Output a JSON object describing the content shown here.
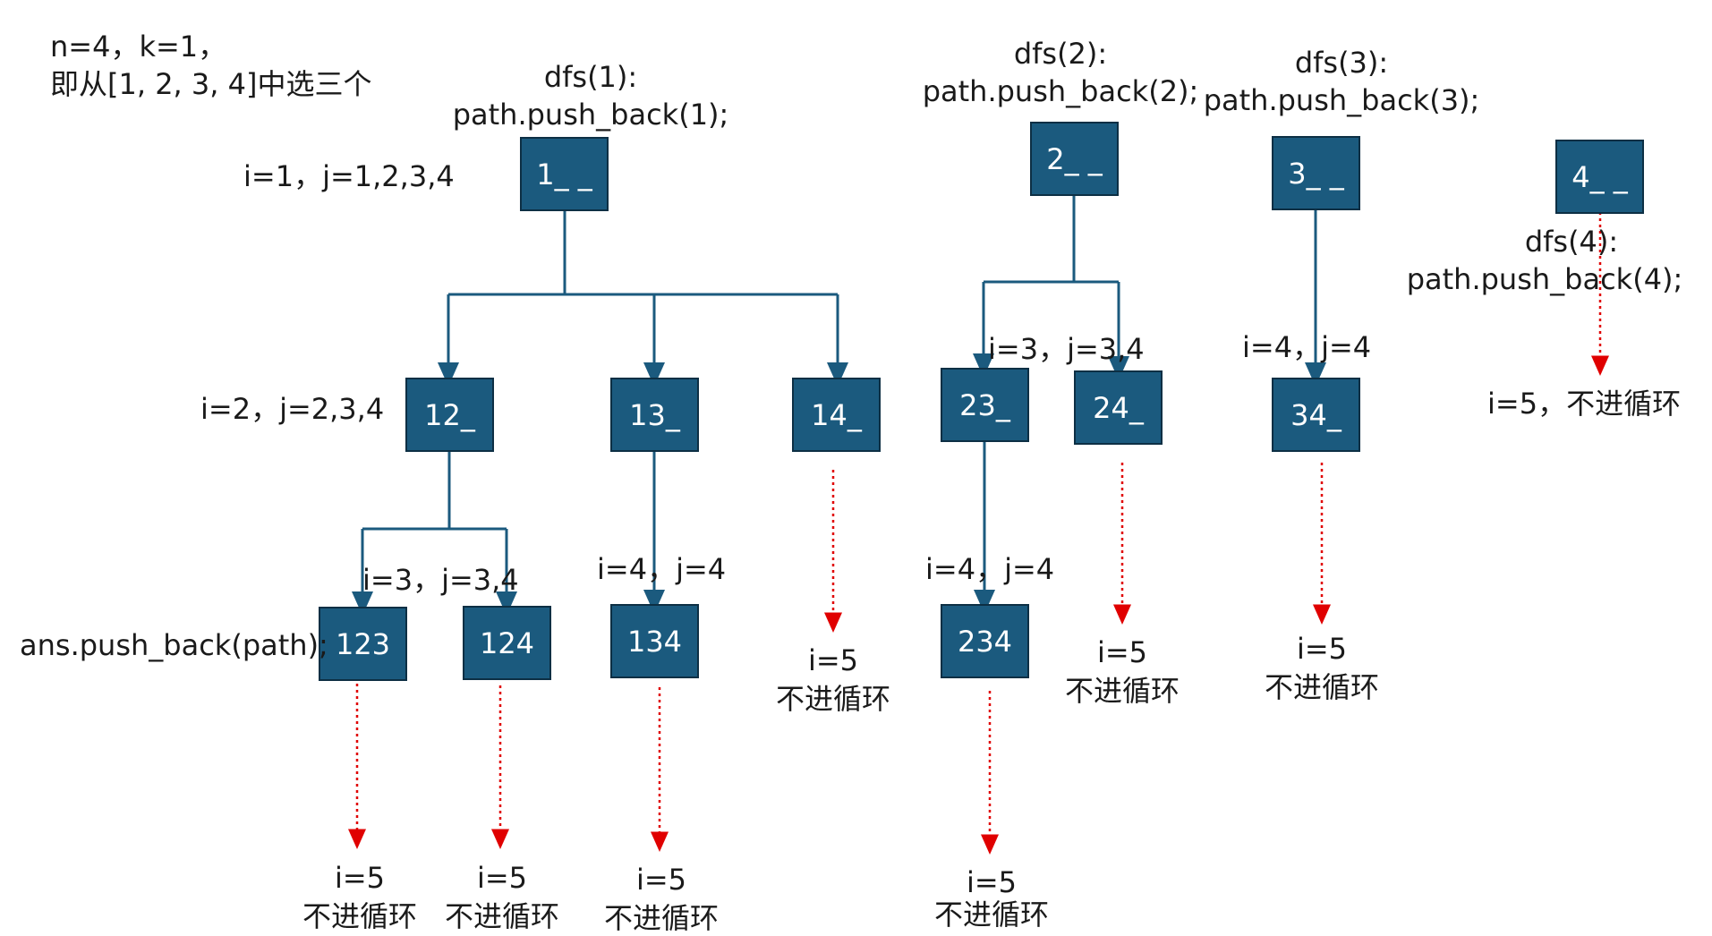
{
  "intro": {
    "line1": "n=4，k=1，",
    "line2": "即从[1, 2, 3, 4]中选三个"
  },
  "dfs_labels": {
    "d1": {
      "call": "dfs(1):",
      "push": "path.push_back(1);"
    },
    "d2": {
      "call": "dfs(2):",
      "push": "path.push_back(2);"
    },
    "d3": {
      "call": "dfs(3):",
      "push": "path.push_back(3);"
    },
    "d4": {
      "call": "dfs(4):",
      "push": "path.push_back(4);"
    }
  },
  "nodes": {
    "n1": "1_ _",
    "n2": "2_ _",
    "n3": "3_ _",
    "n4": "4_ _",
    "n12": "12_",
    "n13": "13_",
    "n14": "14_",
    "n23": "23_",
    "n24": "24_",
    "n34": "34_",
    "n123": "123",
    "n124": "124",
    "n134": "134",
    "n234": "234"
  },
  "loop_labels": {
    "l1": "i=1，j=1,2,3,4",
    "l2": "i=2，j=2,3,4",
    "l3a": "i=3，j=3,4",
    "l3b": "i=3，j=3,4",
    "l4a": "i=4，j=4",
    "l4b": "i=4，j=4",
    "l4c": "i=4，j=4",
    "l5": "i=5，不进循环"
  },
  "ans_push": "ans.push_back(path);",
  "stop": {
    "i": "i=5",
    "text": "不进循环"
  },
  "colors": {
    "node_fill": "#1b5a7e",
    "node_border": "#0d2f44",
    "tree_edge": "#1b5a7e",
    "stop_arrow": "#e00000"
  }
}
